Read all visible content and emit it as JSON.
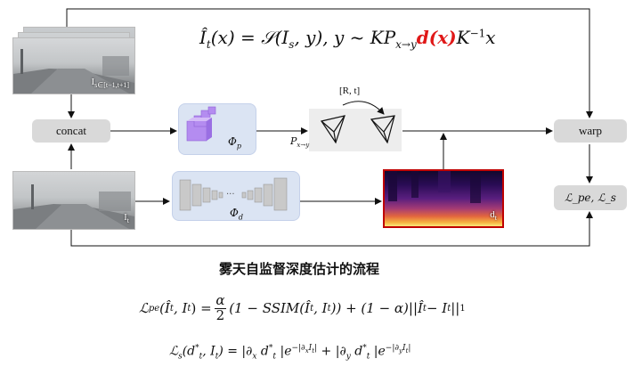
{
  "main_formula": "Î_t(x) = 𝒮(I_s, y), y ~ KP_{x→y} d(x) K⁻¹x",
  "main_formula_parts": {
    "lhs": "Î",
    "lhs_sub": "t",
    "lhs_arg": "(x) = 𝒮(I",
    "s_sub": "s",
    "mid": ", y), y ~ KP",
    "p_sub": "x→y",
    "depth_term": "d(x)",
    "tail": "K",
    "tail_sup": "−1",
    "tail_end": "x"
  },
  "source_frames_label": "I",
  "source_frames_sub": "s∈[t−1,t+1]",
  "target_frame_label": "I",
  "target_frame_sub": "t",
  "concat_label": "concat",
  "warp_label": "warp",
  "pose_net_label": "Φ",
  "pose_net_sub": "p",
  "depth_net_label": "Φ",
  "depth_net_sub": "d",
  "depth_map_label": "d",
  "depth_map_sub": "t",
  "pose_transform_label": "[R, t]",
  "pose_matrix_label": "P",
  "pose_matrix_sub": "x→y",
  "loss_box_label": "ℒ_pe, ℒ_s",
  "caption": "雾天自监督深度估计的流程",
  "loss_pe_formula": "ℒ_pe(Î_t, I_t) = α/2 (1 − SSIM(Î_t, I_t)) + (1 − α)||Î_t − I_t||₁",
  "loss_pe_parts": {
    "lhs": "ℒ",
    "lhs_sub": "pe",
    "args": "(Î",
    "args_sub1": "t",
    "args_mid": ", I",
    "args_sub2": "t",
    "eq": ") = ",
    "alpha": "α",
    "two": "2",
    "bracket": "(1 − SSIM(Î",
    "b_sub1": "t",
    "b_mid": ", I",
    "b_sub2": "t",
    "b_end": ")) + (1 − α)||Î",
    "n_sub1": "t",
    "n_mid": " − I",
    "n_sub2": "t",
    "n_end": "||",
    "n_sub3": "1"
  },
  "loss_s_formula": "ℒ_s(d*_t, I_t) = |∂_x d*_t| e^{−|∂_x I_t|} + |∂_y d*_t| e^{−|∂_y I_t|}",
  "loss_s_parts": {
    "lhs": "ℒ",
    "lhs_sub": "s",
    "args": "(d",
    "args_sup": "*",
    "args_sub": "t",
    "args_mid": ", I",
    "args_sub2": "t",
    "eq": ") = |∂",
    "dx": "x",
    "d1": " d",
    "d1_sup": "*",
    "d1_sub": "t",
    "e1": " |e",
    "e1_sup": "−|∂",
    "e1_sup_x": "x",
    "e1_sup_end": "I",
    "e1_sup_t": "t",
    "e1_close": "|",
    "plus": " + |∂",
    "dy": "y",
    "d2": " d",
    "d2_sup": "*",
    "d2_sub": "t",
    "e2": " |e",
    "e2_sup": "−|∂",
    "e2_sup_y": "y",
    "e2_sup_end": "I",
    "e2_sup_t": "t",
    "e2_close": "|"
  },
  "colors": {
    "depth_term": "#e01818",
    "pose_net": "#b48cf0",
    "depth_net_bg": "#dbe4f3",
    "box_gray": "#d9d9d9",
    "depth_map_border": "#c00000"
  }
}
